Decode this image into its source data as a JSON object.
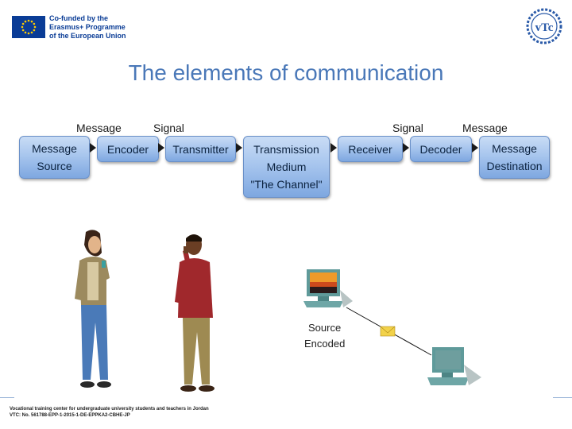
{
  "header": {
    "eu_text": "Co-funded by the\nErasmus+ Programme\nof the European Union",
    "logo_text": "vTc"
  },
  "title": "The elements of communication",
  "flow": {
    "top_labels": {
      "message_left": "Message",
      "signal_left": "Signal",
      "signal_right": "Signal",
      "message_right": "Message"
    },
    "boxes": {
      "source": [
        "Message",
        "Source"
      ],
      "encoder": [
        "Encoder"
      ],
      "transmitter": [
        "Transmitter"
      ],
      "medium": [
        "Transmission",
        "Medium",
        "\"The Channel\""
      ],
      "receiver": [
        "Receiver"
      ],
      "decoder": [
        "Decoder"
      ],
      "destination": [
        "Message",
        "Destination"
      ]
    }
  },
  "network": {
    "source_label": "Source",
    "encoded_label": "Encoded"
  },
  "footer": {
    "line1": "Vocational training center for undergraduate university students and teachers in Jordan",
    "line2": "VTC: No. 561788-EPP-1-2015-1-DE-EPPKA2-CBHE-JP"
  },
  "colors": {
    "title": "#4a78b8",
    "box_top": "#c9dcf5",
    "box_bottom": "#7ea7e0",
    "eu_blue": "#0a3c96"
  }
}
